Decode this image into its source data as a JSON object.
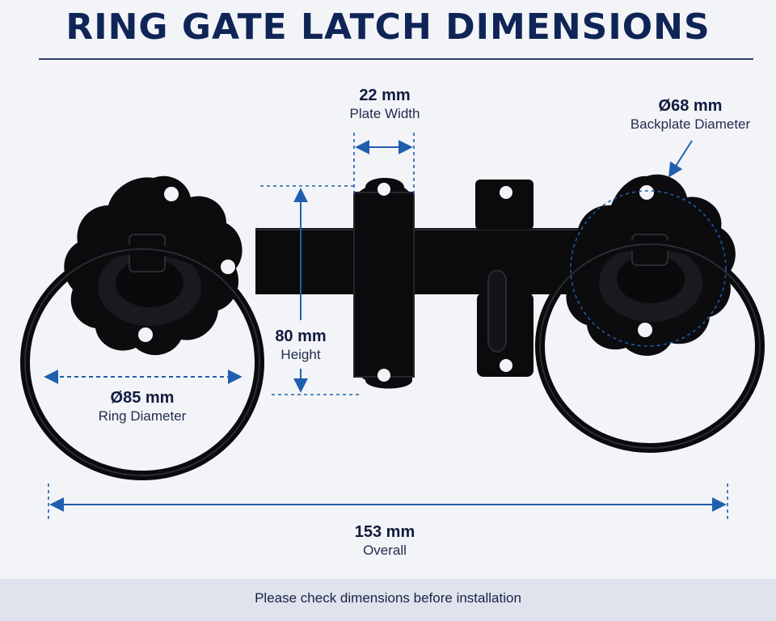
{
  "header": {
    "title": "RING GATE LATCH DIMENSIONS"
  },
  "dimensions": {
    "plate_width": {
      "value": "22 mm",
      "name": "Plate Width"
    },
    "backplate_diameter": {
      "value": "Ø68 mm",
      "name": "Backplate Diameter"
    },
    "height": {
      "value": "80 mm",
      "name": "Height"
    },
    "ring_diameter": {
      "value": "Ø85 mm",
      "name": "Ring Diameter"
    },
    "overall": {
      "value": "153 mm",
      "name": "Overall"
    }
  },
  "footer": {
    "note": "Please check dimensions before installation"
  },
  "colors": {
    "accent": "#1f5fae",
    "title": "#0f2557",
    "metal": "#0b0b0d",
    "footer_bg": "#dfe3ed"
  }
}
